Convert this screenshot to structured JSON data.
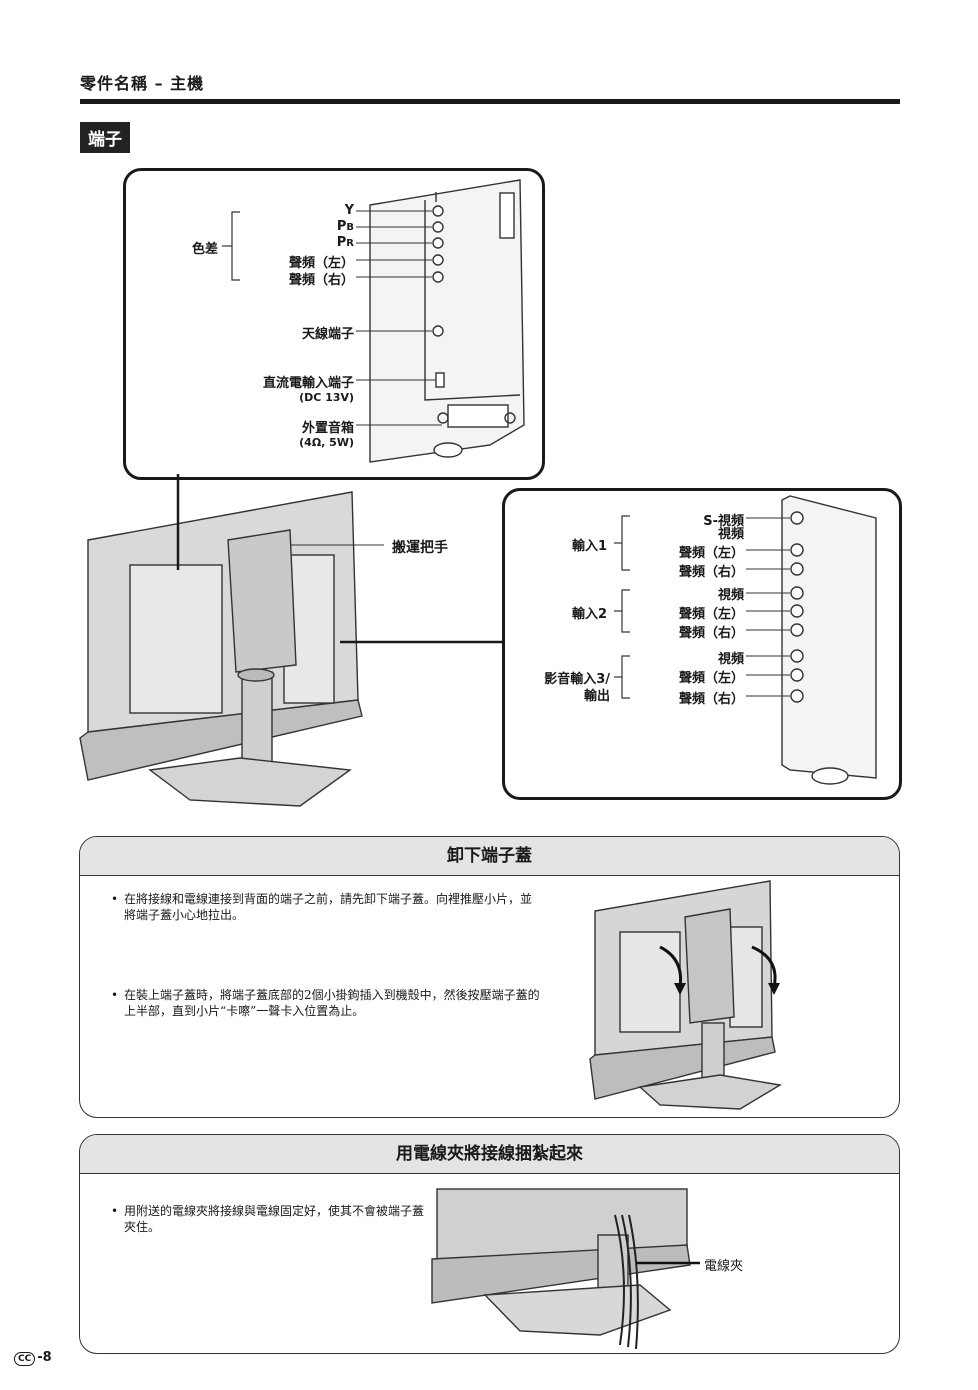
{
  "header": {
    "title": "零件名稱 – 主機"
  },
  "section": {
    "title": "端子"
  },
  "top_panel": {
    "group_label": "色差",
    "labels": [
      "Y",
      "P",
      "P",
      "聲頻（左）",
      "聲頻（右）",
      "天線端子",
      "直流電輸入端子",
      "(DC 13V)",
      "外置音箱",
      "(4Ω, 5W)"
    ],
    "sub_b": "B",
    "sub_r": "R"
  },
  "middle": {
    "handle_label": "搬運把手"
  },
  "right_panel": {
    "group1": "輸入1",
    "group2": "輸入2",
    "group3": [
      "影音輸入3/",
      "輸出"
    ],
    "labels": [
      "S-視頻",
      "視頻",
      "聲頻（左）",
      "聲頻（右）",
      "視頻",
      "聲頻（左）",
      "聲頻（右）",
      "視頻",
      "聲頻（左）",
      "聲頻（右）"
    ]
  },
  "box1": {
    "title": "卸下端子蓋",
    "bullets": [
      "在將接線和電線連接到背面的端子之前，請先卸下端子蓋。向裡推壓小片，並將端子蓋小心地拉出。",
      "在裝上端子蓋時，將端子蓋底部的2個小掛鉤插入到機殼中，然後按壓端子蓋的上半部，直到小片“卡嚓”一聲卡入位置為止。"
    ]
  },
  "box2": {
    "title": "用電線夾將接線捆紮起來",
    "bullets": [
      "用附送的電線夾將接線與電線固定好，使其不會被端子蓋夾住。"
    ],
    "clip_label": "電線夾"
  },
  "footer": {
    "mark": "CC",
    "page": "-8"
  }
}
